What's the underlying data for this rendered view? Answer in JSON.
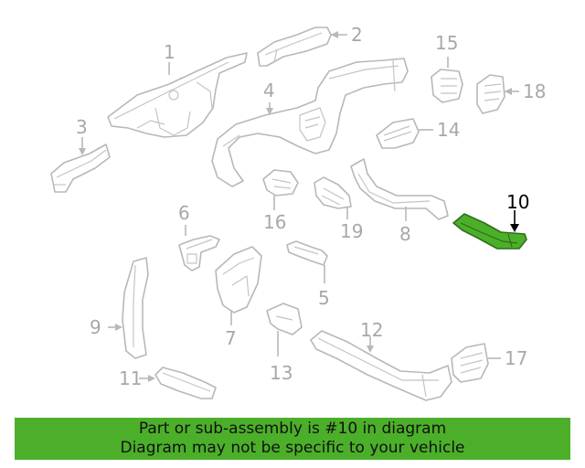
{
  "diagram": {
    "highlight_color": "#4caf2a",
    "highlighted_part": "10",
    "labels": {
      "p1": "1",
      "p2": "2",
      "p3": "3",
      "p4": "4",
      "p5": "5",
      "p6": "6",
      "p7": "7",
      "p8": "8",
      "p9": "9",
      "p10": "10",
      "p11": "11",
      "p12": "12",
      "p13": "13",
      "p14": "14",
      "p15": "15",
      "p16": "16",
      "p17": "17",
      "p18": "18",
      "p19": "19"
    }
  },
  "banner": {
    "line1": "Part or sub-assembly is #10 in diagram",
    "line2": "Diagram may not be specific to your vehicle"
  }
}
